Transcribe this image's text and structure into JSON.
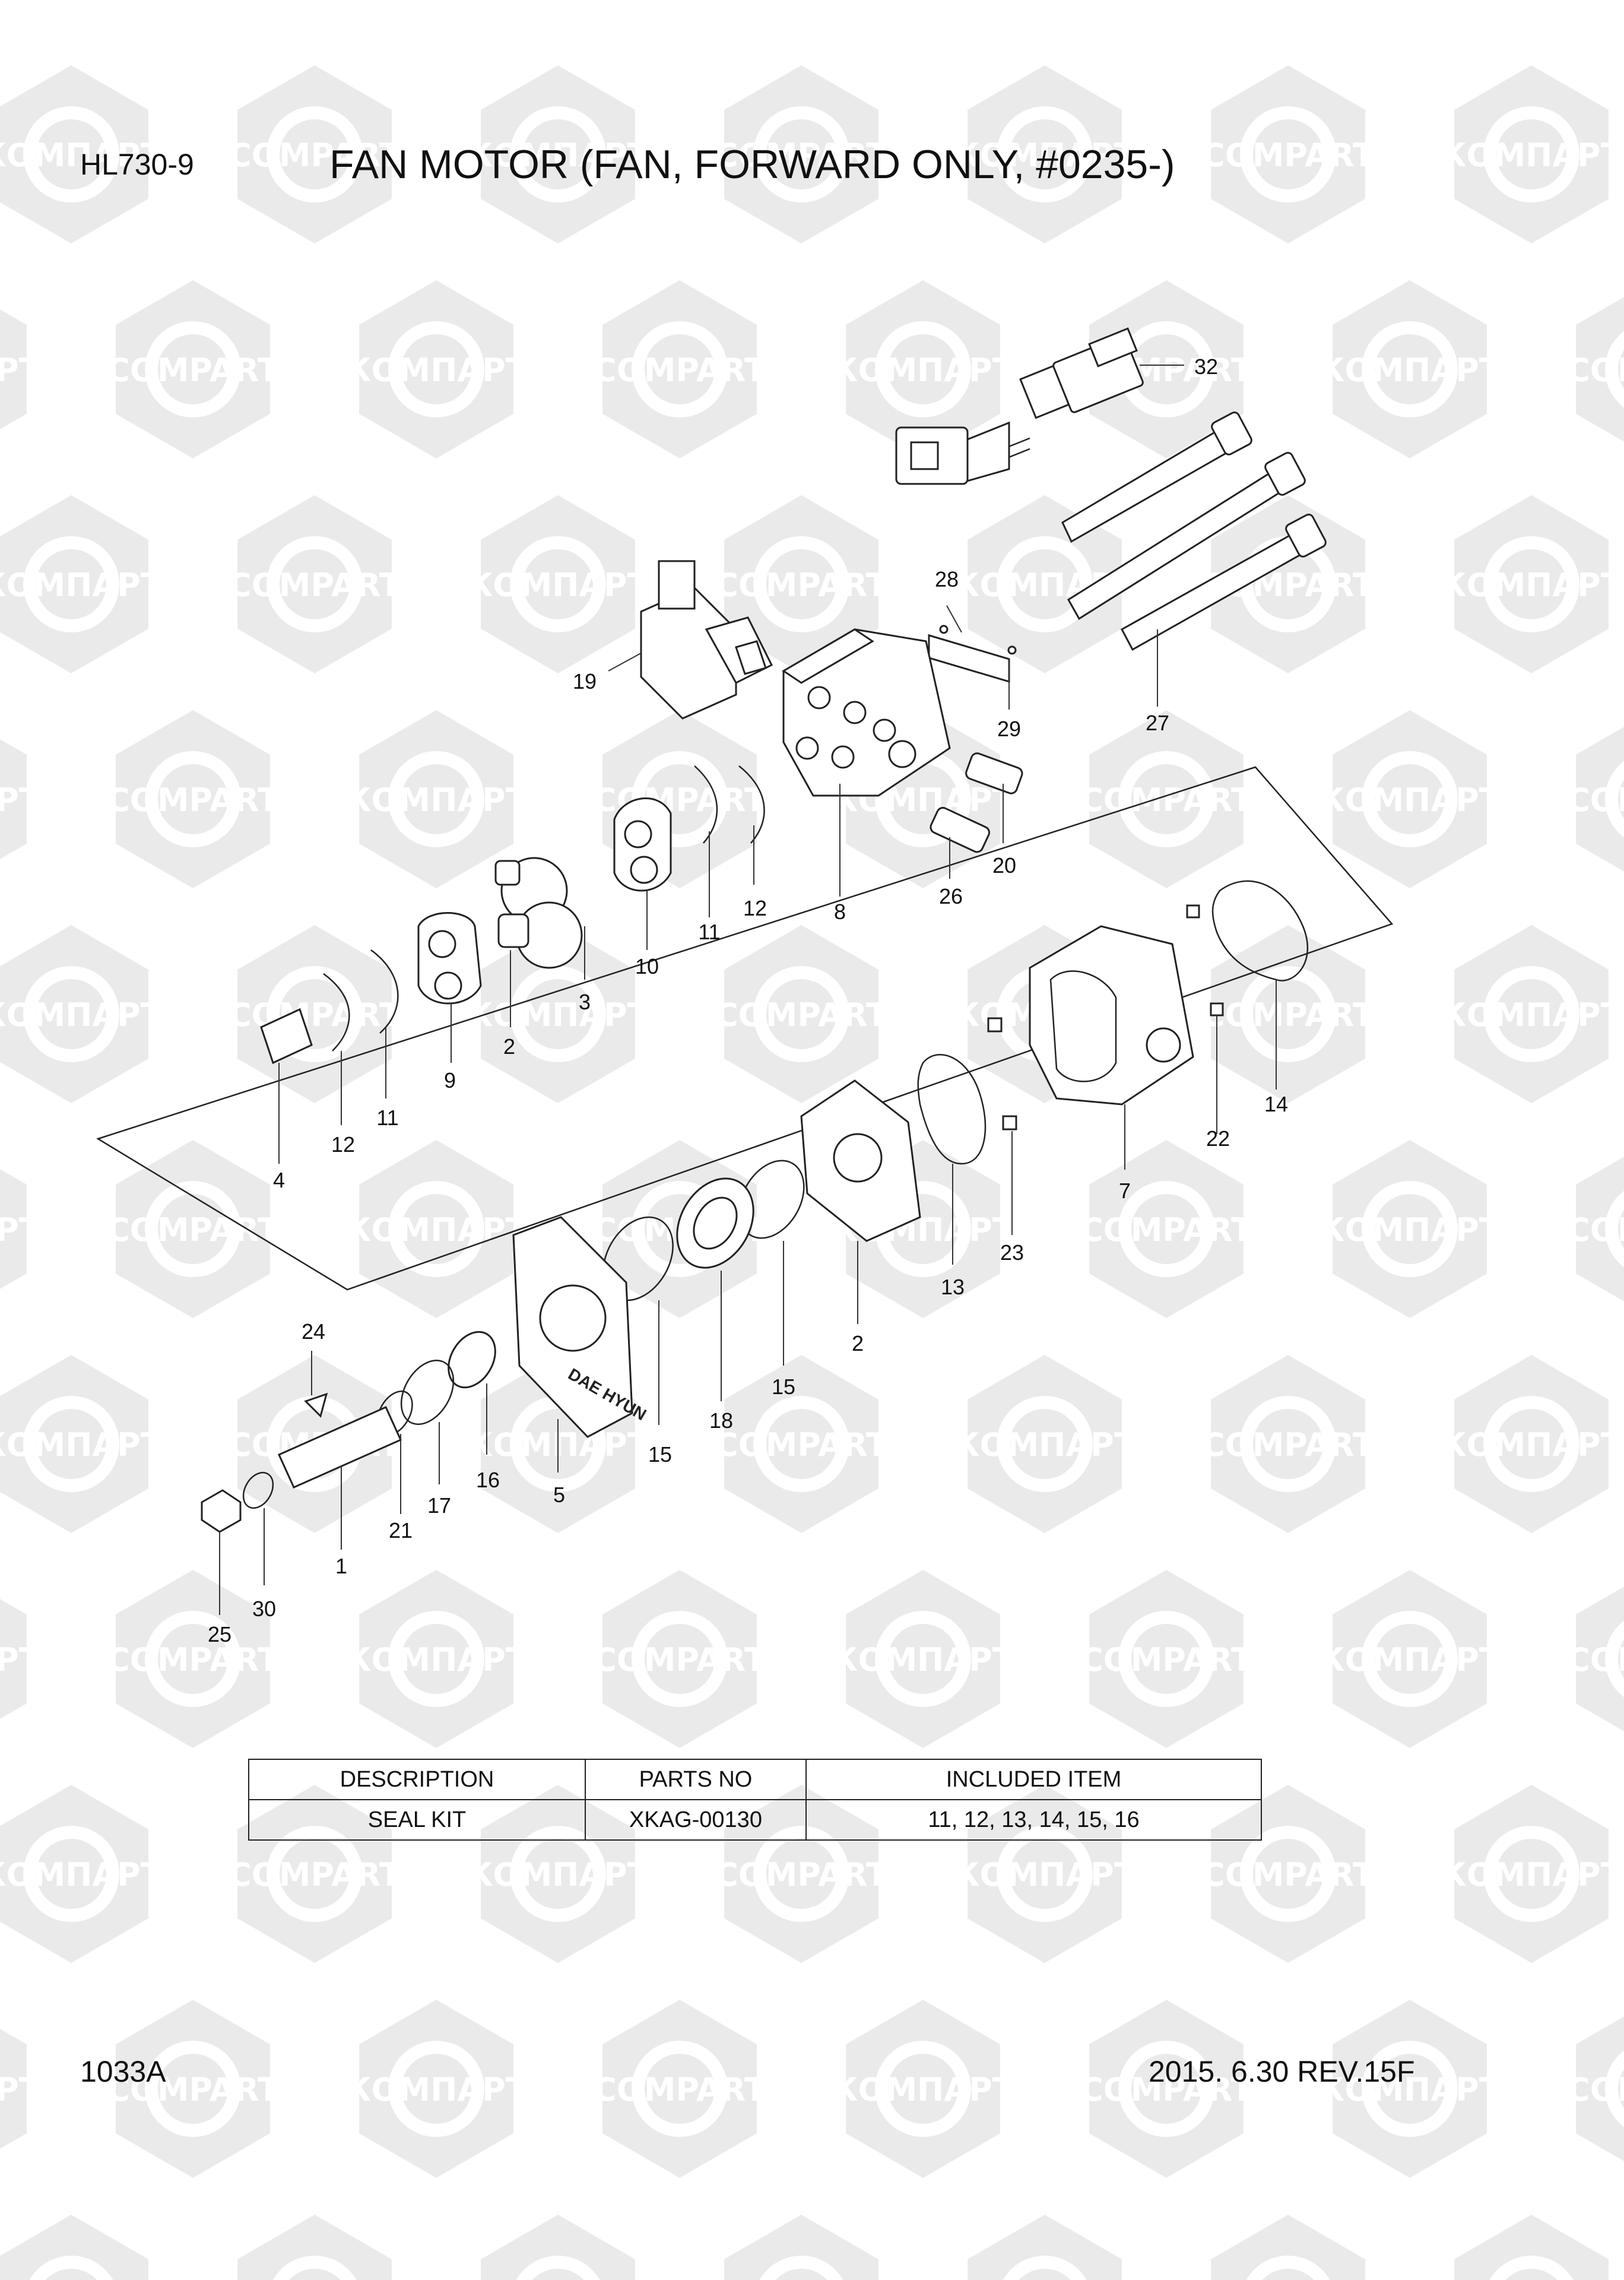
{
  "header": {
    "model": "HL730-9",
    "title": "FAN MOTOR (FAN, FORWARD ONLY, #0235-)"
  },
  "footer": {
    "sheet_code": "1033A",
    "date_revision": "2015. 6.30  REV.15F"
  },
  "watermark": {
    "text_latin": "COMPART",
    "text_cyrillic": "КОМПАРТ",
    "color": "#d8d8d8"
  },
  "callouts": [
    {
      "id": "c32",
      "label": "32"
    },
    {
      "id": "c28",
      "label": "28"
    },
    {
      "id": "c19",
      "label": "19"
    },
    {
      "id": "c29",
      "label": "29"
    },
    {
      "id": "c27",
      "label": "27"
    },
    {
      "id": "c20",
      "label": "20"
    },
    {
      "id": "c26",
      "label": "26"
    },
    {
      "id": "c8",
      "label": "8"
    },
    {
      "id": "c12a",
      "label": "12"
    },
    {
      "id": "c11a",
      "label": "11"
    },
    {
      "id": "c10",
      "label": "10"
    },
    {
      "id": "c3",
      "label": "3"
    },
    {
      "id": "c2a",
      "label": "2"
    },
    {
      "id": "c9",
      "label": "9"
    },
    {
      "id": "c11b",
      "label": "11"
    },
    {
      "id": "c12b",
      "label": "12"
    },
    {
      "id": "c4",
      "label": "4"
    },
    {
      "id": "c14",
      "label": "14"
    },
    {
      "id": "c22",
      "label": "22"
    },
    {
      "id": "c7",
      "label": "7"
    },
    {
      "id": "c23",
      "label": "23"
    },
    {
      "id": "c13",
      "label": "13"
    },
    {
      "id": "c2b",
      "label": "2"
    },
    {
      "id": "c15a",
      "label": "15"
    },
    {
      "id": "c18",
      "label": "18"
    },
    {
      "id": "c15b",
      "label": "15"
    },
    {
      "id": "c5",
      "label": "5"
    },
    {
      "id": "c16",
      "label": "16"
    },
    {
      "id": "c17",
      "label": "17"
    },
    {
      "id": "c21",
      "label": "21"
    },
    {
      "id": "c24",
      "label": "24"
    },
    {
      "id": "c1",
      "label": "1"
    },
    {
      "id": "c30",
      "label": "30"
    },
    {
      "id": "c25",
      "label": "25"
    }
  ],
  "housing_marking": "DAE HYUN",
  "kit_table": {
    "headers": [
      "DESCRIPTION",
      "PARTS NO",
      "INCLUDED ITEM"
    ],
    "rows": [
      [
        "SEAL KIT",
        "XKAG-00130",
        "11, 12, 13, 14, 15, 16"
      ]
    ]
  }
}
